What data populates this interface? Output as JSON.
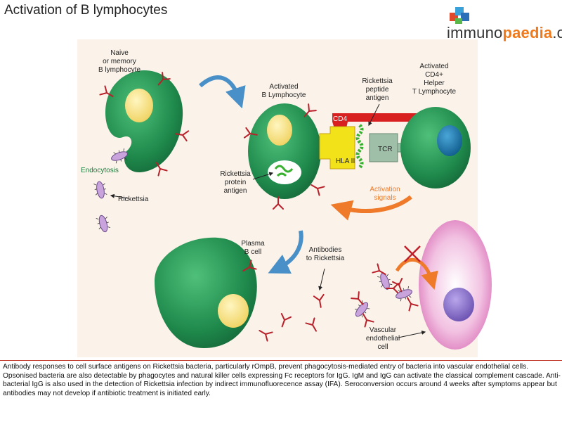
{
  "title": "Activation of B lymphocytes",
  "logo": {
    "prefix": "immuno",
    "accent": "paedia",
    "suffix": ".org"
  },
  "labels": {
    "naive_1": "Naive",
    "naive_2": "or memory",
    "naive_3": "B lymphocyte",
    "endocytosis": "Endocytosis",
    "rickettsia": "Rickettsia",
    "activated_b_1": "Activated",
    "activated_b_2": "B Lymphocyte",
    "peptide_1": "Rickettsia",
    "peptide_2": "peptide",
    "peptide_3": "antigen",
    "t_1": "Activated",
    "t_2": "CD4+",
    "t_3": "Helper",
    "t_4": "T Lymphocyte",
    "cd4": "CD4",
    "tcr": "TCR",
    "hla": "HLA II",
    "protein_1": "Rickettsia",
    "protein_2": "protein",
    "protein_3": "antigen",
    "signals_1": "Activation",
    "signals_2": "signals",
    "plasma_1": "Plasma",
    "plasma_2": "B cell",
    "antibodies_1": "Antibodies",
    "antibodies_2": "to Rickettsia",
    "endo_1": "Vascular",
    "endo_2": "endothelial",
    "endo_3": "cell"
  },
  "colors": {
    "cell_green": "#1f8a4c",
    "nucleus_yellow": "#f7e27a",
    "antibody_red": "#b8202a",
    "arrow_blue": "#4a90c8",
    "arrow_orange": "#ee7a2a",
    "hla_yellow": "#f2e21a",
    "tcr_gray": "#9fbfa8",
    "t_nucleus": "#1a6fa0",
    "endothelial_pink": "#e08ec6",
    "endo_nucleus": "#7a62b8",
    "bacterium_purple": "#c9a4dc"
  },
  "caption": "Antibody responses to cell surface antigens on Rickettsia bacteria, particularly rOmpB, prevent phagocytosis-mediated entry of bacteria into vascular endothelial cells. Opsonised bacteria are also detectable by phagocytes and natural killer cells expressing Fc receptors for IgG. IgM and IgG can activate the classical complement cascade. Anti-bacterial IgG is also used in the detection of Rickettsia infection by indirect immunofluorecence assay (IFA). Seroconversion occurs around 4 weeks after symptoms appear but antibodies may not develop if antibiotic treatment is initiated early."
}
